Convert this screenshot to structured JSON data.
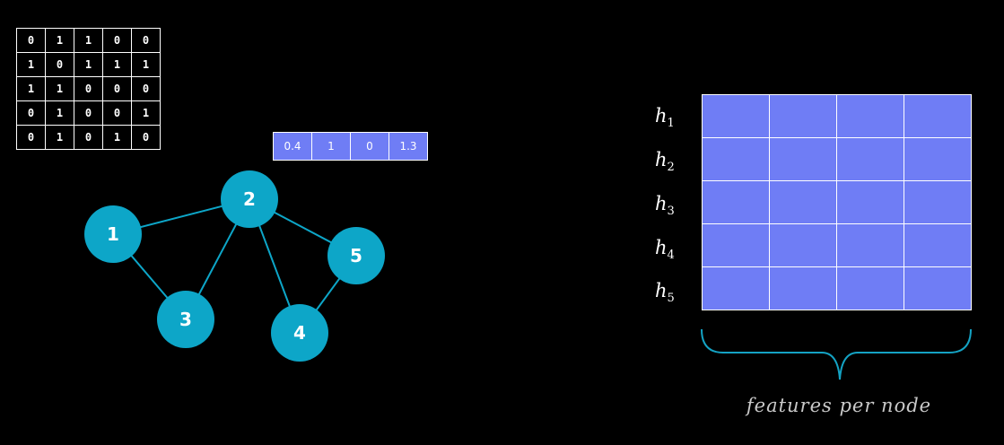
{
  "adjacency_matrix": [
    [
      "0",
      "1",
      "1",
      "0",
      "0"
    ],
    [
      "1",
      "0",
      "1",
      "1",
      "1"
    ],
    [
      "1",
      "1",
      "0",
      "0",
      "0"
    ],
    [
      "0",
      "1",
      "0",
      "0",
      "1"
    ],
    [
      "0",
      "1",
      "0",
      "1",
      "0"
    ]
  ],
  "feature_vector": [
    "0.4",
    "1",
    "0",
    "1.3"
  ],
  "graph": {
    "node_color": "#0da6c8",
    "edge_color": "#0da6c8",
    "nodes": [
      {
        "id": "1",
        "label": "1"
      },
      {
        "id": "2",
        "label": "2"
      },
      {
        "id": "3",
        "label": "3"
      },
      {
        "id": "4",
        "label": "4"
      },
      {
        "id": "5",
        "label": "5"
      }
    ],
    "edges": [
      [
        "1",
        "2"
      ],
      [
        "1",
        "3"
      ],
      [
        "2",
        "3"
      ],
      [
        "2",
        "4"
      ],
      [
        "2",
        "5"
      ],
      [
        "4",
        "5"
      ]
    ]
  },
  "node_feature_matrix": {
    "row_labels": [
      {
        "base": "h",
        "sub": "1"
      },
      {
        "base": "h",
        "sub": "2"
      },
      {
        "base": "h",
        "sub": "3"
      },
      {
        "base": "h",
        "sub": "4"
      },
      {
        "base": "h",
        "sub": "5"
      }
    ],
    "rows": 5,
    "cols": 4,
    "fill_color": "#6f7df5",
    "caption": "features per node"
  }
}
